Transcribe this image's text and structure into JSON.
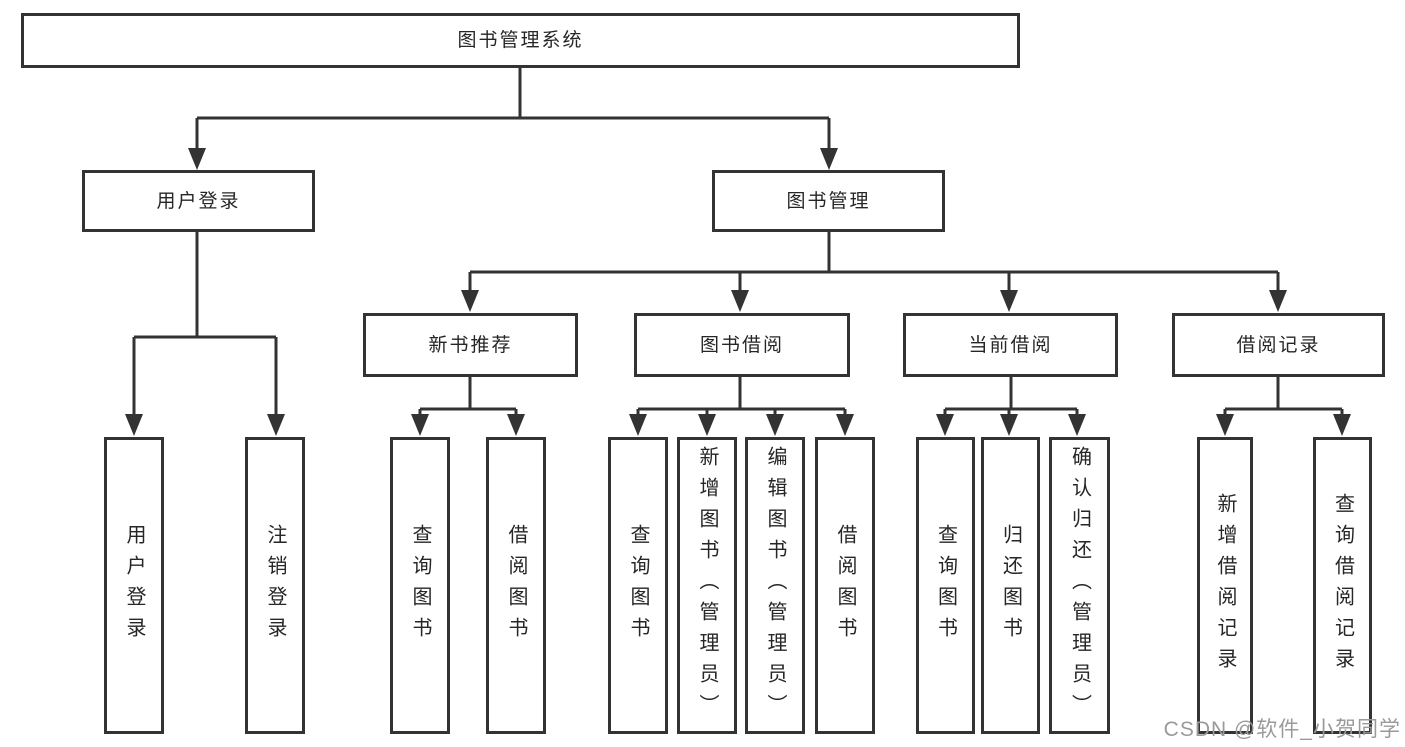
{
  "colors": {
    "line": "#333333",
    "text": "#262626",
    "box-bg": "#ffffff",
    "wm": "#9a9a9a",
    "page-bg": "#ffffff"
  },
  "watermark": {
    "text": "CSDN @软件_小贺同学"
  },
  "tree": {
    "root": {
      "label": "图书管理系统"
    },
    "user_login": {
      "label": "用户登录",
      "children": [
        {
          "label": "用户登录"
        },
        {
          "label": "注销登录"
        }
      ]
    },
    "book_management": {
      "label": "图书管理",
      "modules": [
        {
          "label": "新书推荐",
          "children": [
            {
              "label": "查询图书"
            },
            {
              "label": "借阅图书"
            }
          ]
        },
        {
          "label": "图书借阅",
          "children": [
            {
              "label": "查询图书"
            },
            {
              "label": "新增图书（管理员）"
            },
            {
              "label": "编辑图书（管理员）"
            },
            {
              "label": "借阅图书"
            }
          ]
        },
        {
          "label": "当前借阅",
          "children": [
            {
              "label": "查询图书"
            },
            {
              "label": "归还图书"
            },
            {
              "label": "确认归还（管理员）"
            }
          ]
        },
        {
          "label": "借阅记录",
          "children": [
            {
              "label": "新增借阅记录"
            },
            {
              "label": "查询借阅记录"
            }
          ]
        }
      ]
    }
  }
}
